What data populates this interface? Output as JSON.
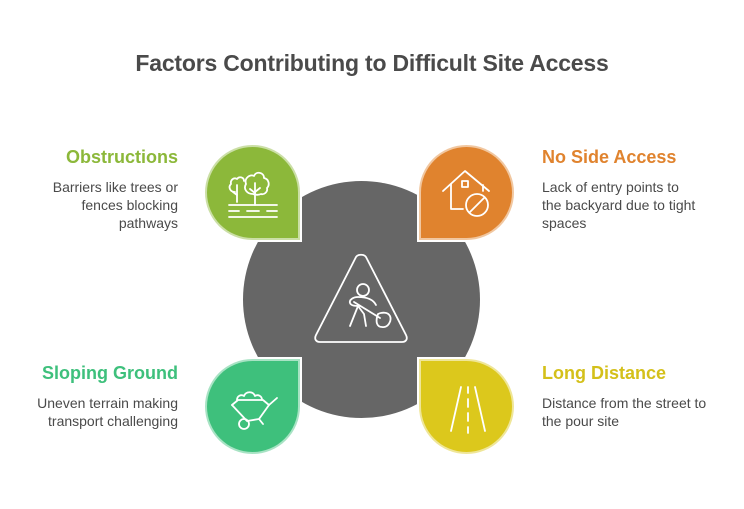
{
  "title": "Factors Contributing to Difficult Site Access",
  "center": {
    "icon": "construction-worker-warning-icon",
    "color": "#666666"
  },
  "factors": [
    {
      "position": "top-left",
      "heading": "Obstructions",
      "description": "Barriers like trees or fences blocking pathways",
      "icon": "trees-icon",
      "color": "#8cb83a"
    },
    {
      "position": "top-right",
      "heading": "No Side Access",
      "description": "Lack of entry points to the backyard due to tight spaces",
      "icon": "house-no-entry-icon",
      "color": "#e0832e"
    },
    {
      "position": "bottom-left",
      "heading": "Sloping Ground",
      "description": "Uneven terrain making transport challenging",
      "icon": "wheelbarrow-icon",
      "color": "#3ec07c"
    },
    {
      "position": "bottom-right",
      "heading": "Long Distance",
      "description": "Distance from the street to the pour site",
      "icon": "road-icon",
      "color": "#dcc81c"
    }
  ]
}
